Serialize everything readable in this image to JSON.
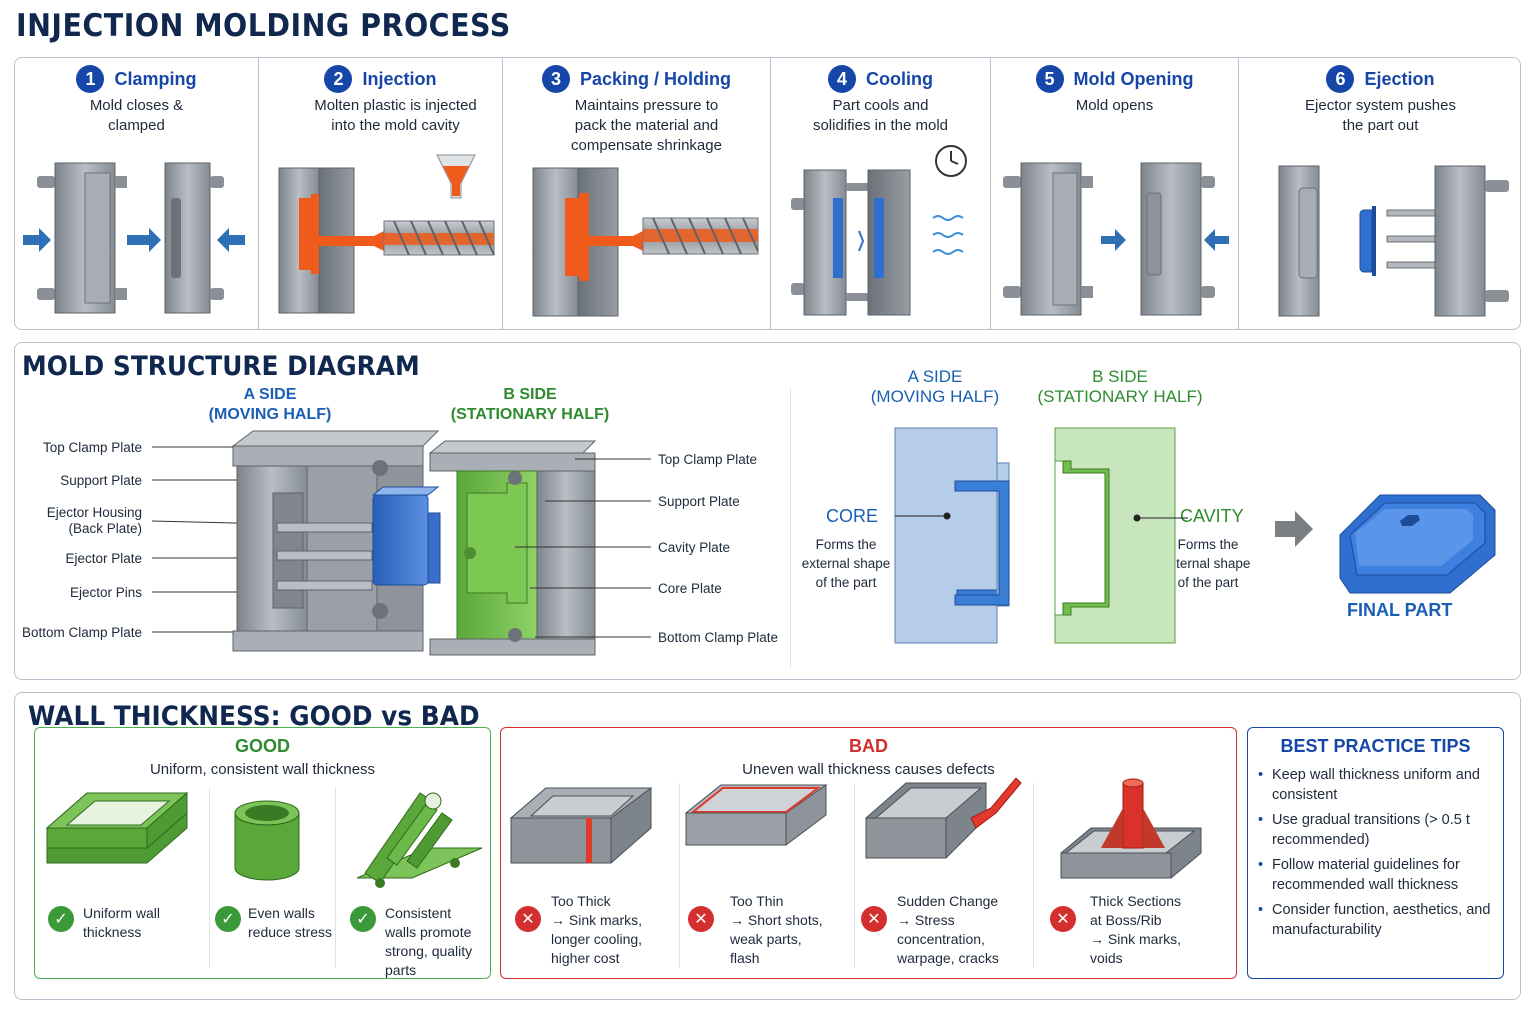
{
  "title": "INJECTION MOLDING PROCESS",
  "steps": [
    {
      "num": "1",
      "title": "Clamping",
      "desc": "Mold closes & clamped"
    },
    {
      "num": "2",
      "title": "Injection",
      "desc": "Molten plastic is injected into the mold cavity"
    },
    {
      "num": "3",
      "title": "Packing / Holding",
      "desc": "Maintains pressure to pack the material and compensate shrinkage"
    },
    {
      "num": "4",
      "title": "Cooling",
      "desc": "Part cools and solidifies in the mold"
    },
    {
      "num": "5",
      "title": "Mold Opening",
      "desc": "Mold opens"
    },
    {
      "num": "6",
      "title": "Ejection",
      "desc": "Ejector system pushes the part out"
    }
  ],
  "mold": {
    "title": "MOLD STRUCTURE DIAGRAM",
    "a_side": "A SIDE",
    "a_side_sub": "(MOVING HALF)",
    "b_side": "B SIDE",
    "b_side_sub": "(STATIONARY HALF)",
    "left_labels": [
      "Top Clamp Plate",
      "Support Plate",
      "Ejector Housing (Back Plate)",
      "Ejector Plate",
      "Ejector Pins",
      "Bottom Clamp Plate"
    ],
    "right_labels": [
      "Top Clamp Plate",
      "Support Plate",
      "Cavity Plate",
      "Core Plate",
      "Bottom Clamp Plate"
    ],
    "core": "CORE",
    "core_desc": "Forms the external shape of the part",
    "cavity": "CAVITY",
    "cavity_desc": "Forms the internal shape of the part",
    "final_part": "FINAL PART"
  },
  "wall": {
    "title": "WALL THICKNESS: GOOD vs BAD",
    "good_title": "GOOD",
    "good_sub": "Uniform, consistent wall thickness",
    "good_items": [
      "Uniform wall thickness",
      "Even walls reduce stress",
      "Consistent walls promote strong, quality parts"
    ],
    "bad_title": "BAD",
    "bad_sub": "Uneven wall thickness causes defects",
    "bad_items": [
      {
        "l1": "Too Thick",
        "l2": "→ Sink marks,",
        "l3": "longer cooling,",
        "l4": "higher cost"
      },
      {
        "l1": "Too Thin",
        "l2": "→ Short shots,",
        "l3": "weak parts,",
        "l4": "flash"
      },
      {
        "l1": "Sudden Change",
        "l2": "→ Stress",
        "l3": "concentration,",
        "l4": "warpage, cracks"
      },
      {
        "l1": "Thick Sections",
        "l2": "at Boss/Rib",
        "l3": "→ Sink marks,",
        "l4": "voids"
      }
    ],
    "tips_title": "BEST PRACTICE TIPS",
    "tips": [
      "Keep wall thickness uniform and consistent",
      "Use gradual transitions (> 0.5 t recommended)",
      "Follow material guidelines for recommended wall thickness",
      "Consider function, aesthetics, and manufacturability"
    ]
  },
  "colors": {
    "navy": "#10284f",
    "blue": "#1647a8",
    "orange": "#f05a1a",
    "part_blue": "#2f6fd0",
    "green": "#6fbf4a",
    "red": "#d32f2f",
    "steel": "#9aa0a6"
  }
}
